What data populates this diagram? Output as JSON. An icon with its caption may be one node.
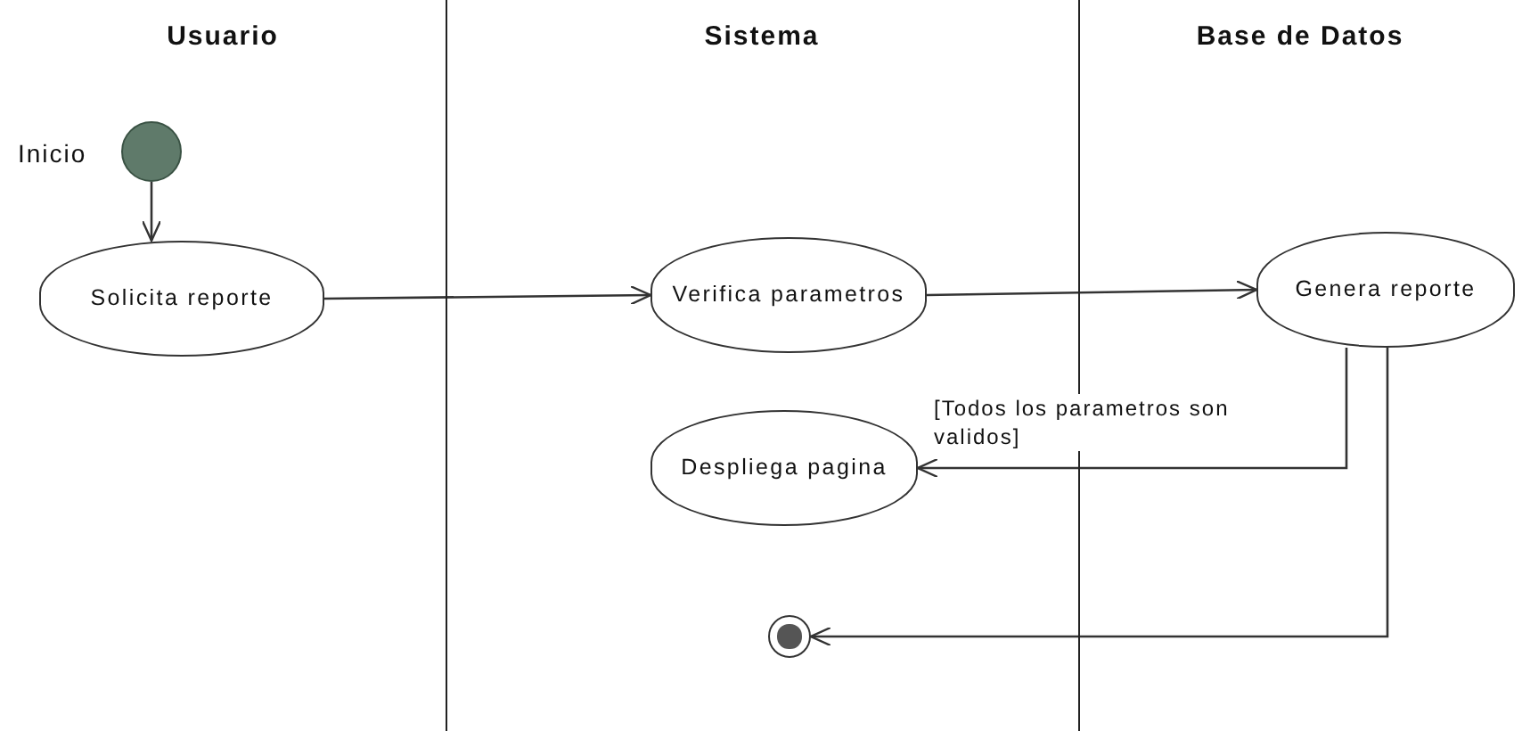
{
  "diagram": {
    "nodes": [
      {
        "text": [
          "Usuario"
        ]
      },
      {
        "text": [],
        "shape": "circle",
        "in": 0,
        "beside": [
          "Inicio"
        ]
      },
      {
        "text": [
          "Solicita reporte"
        ],
        "in": 0
      },
      {
        "text": [
          "Sistema"
        ]
      },
      {
        "text": [
          "Verifica parametros"
        ],
        "in": 3
      },
      {
        "text": [
          "Despliega pagina"
        ],
        "in": 3
      },
      {
        "text": [],
        "shape": "circle",
        "in": 3
      },
      {
        "text": [
          "Base de Datos"
        ]
      },
      {
        "text": [
          "Genera reporte"
        ],
        "in": 7
      }
    ],
    "edges": [
      {
        "from": 1,
        "to": 2,
        "arrow": "to"
      },
      {
        "from": 2,
        "to": 4,
        "arrow": "to"
      },
      {
        "from": 4,
        "to": 8,
        "arrow": "to"
      },
      {
        "from": 8,
        "to": 5,
        "arrow": "to",
        "label": "[Todos los parametros son validos]"
      },
      {
        "from": 8,
        "to": 6,
        "arrow": "to"
      }
    ]
  }
}
